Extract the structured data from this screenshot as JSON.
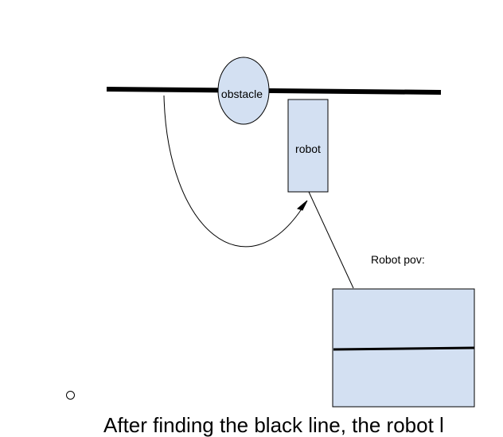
{
  "diagram": {
    "obstacle_label": "obstacle",
    "robot_label": "robot",
    "pov_label": "Robot pov:",
    "colors": {
      "box_fill": "#d3e0f2",
      "stroke": "#000000",
      "background": "#ffffff"
    }
  },
  "document": {
    "bullet_symbol": "circle-bullet",
    "partial_text": "After finding the black line, the robot l"
  }
}
